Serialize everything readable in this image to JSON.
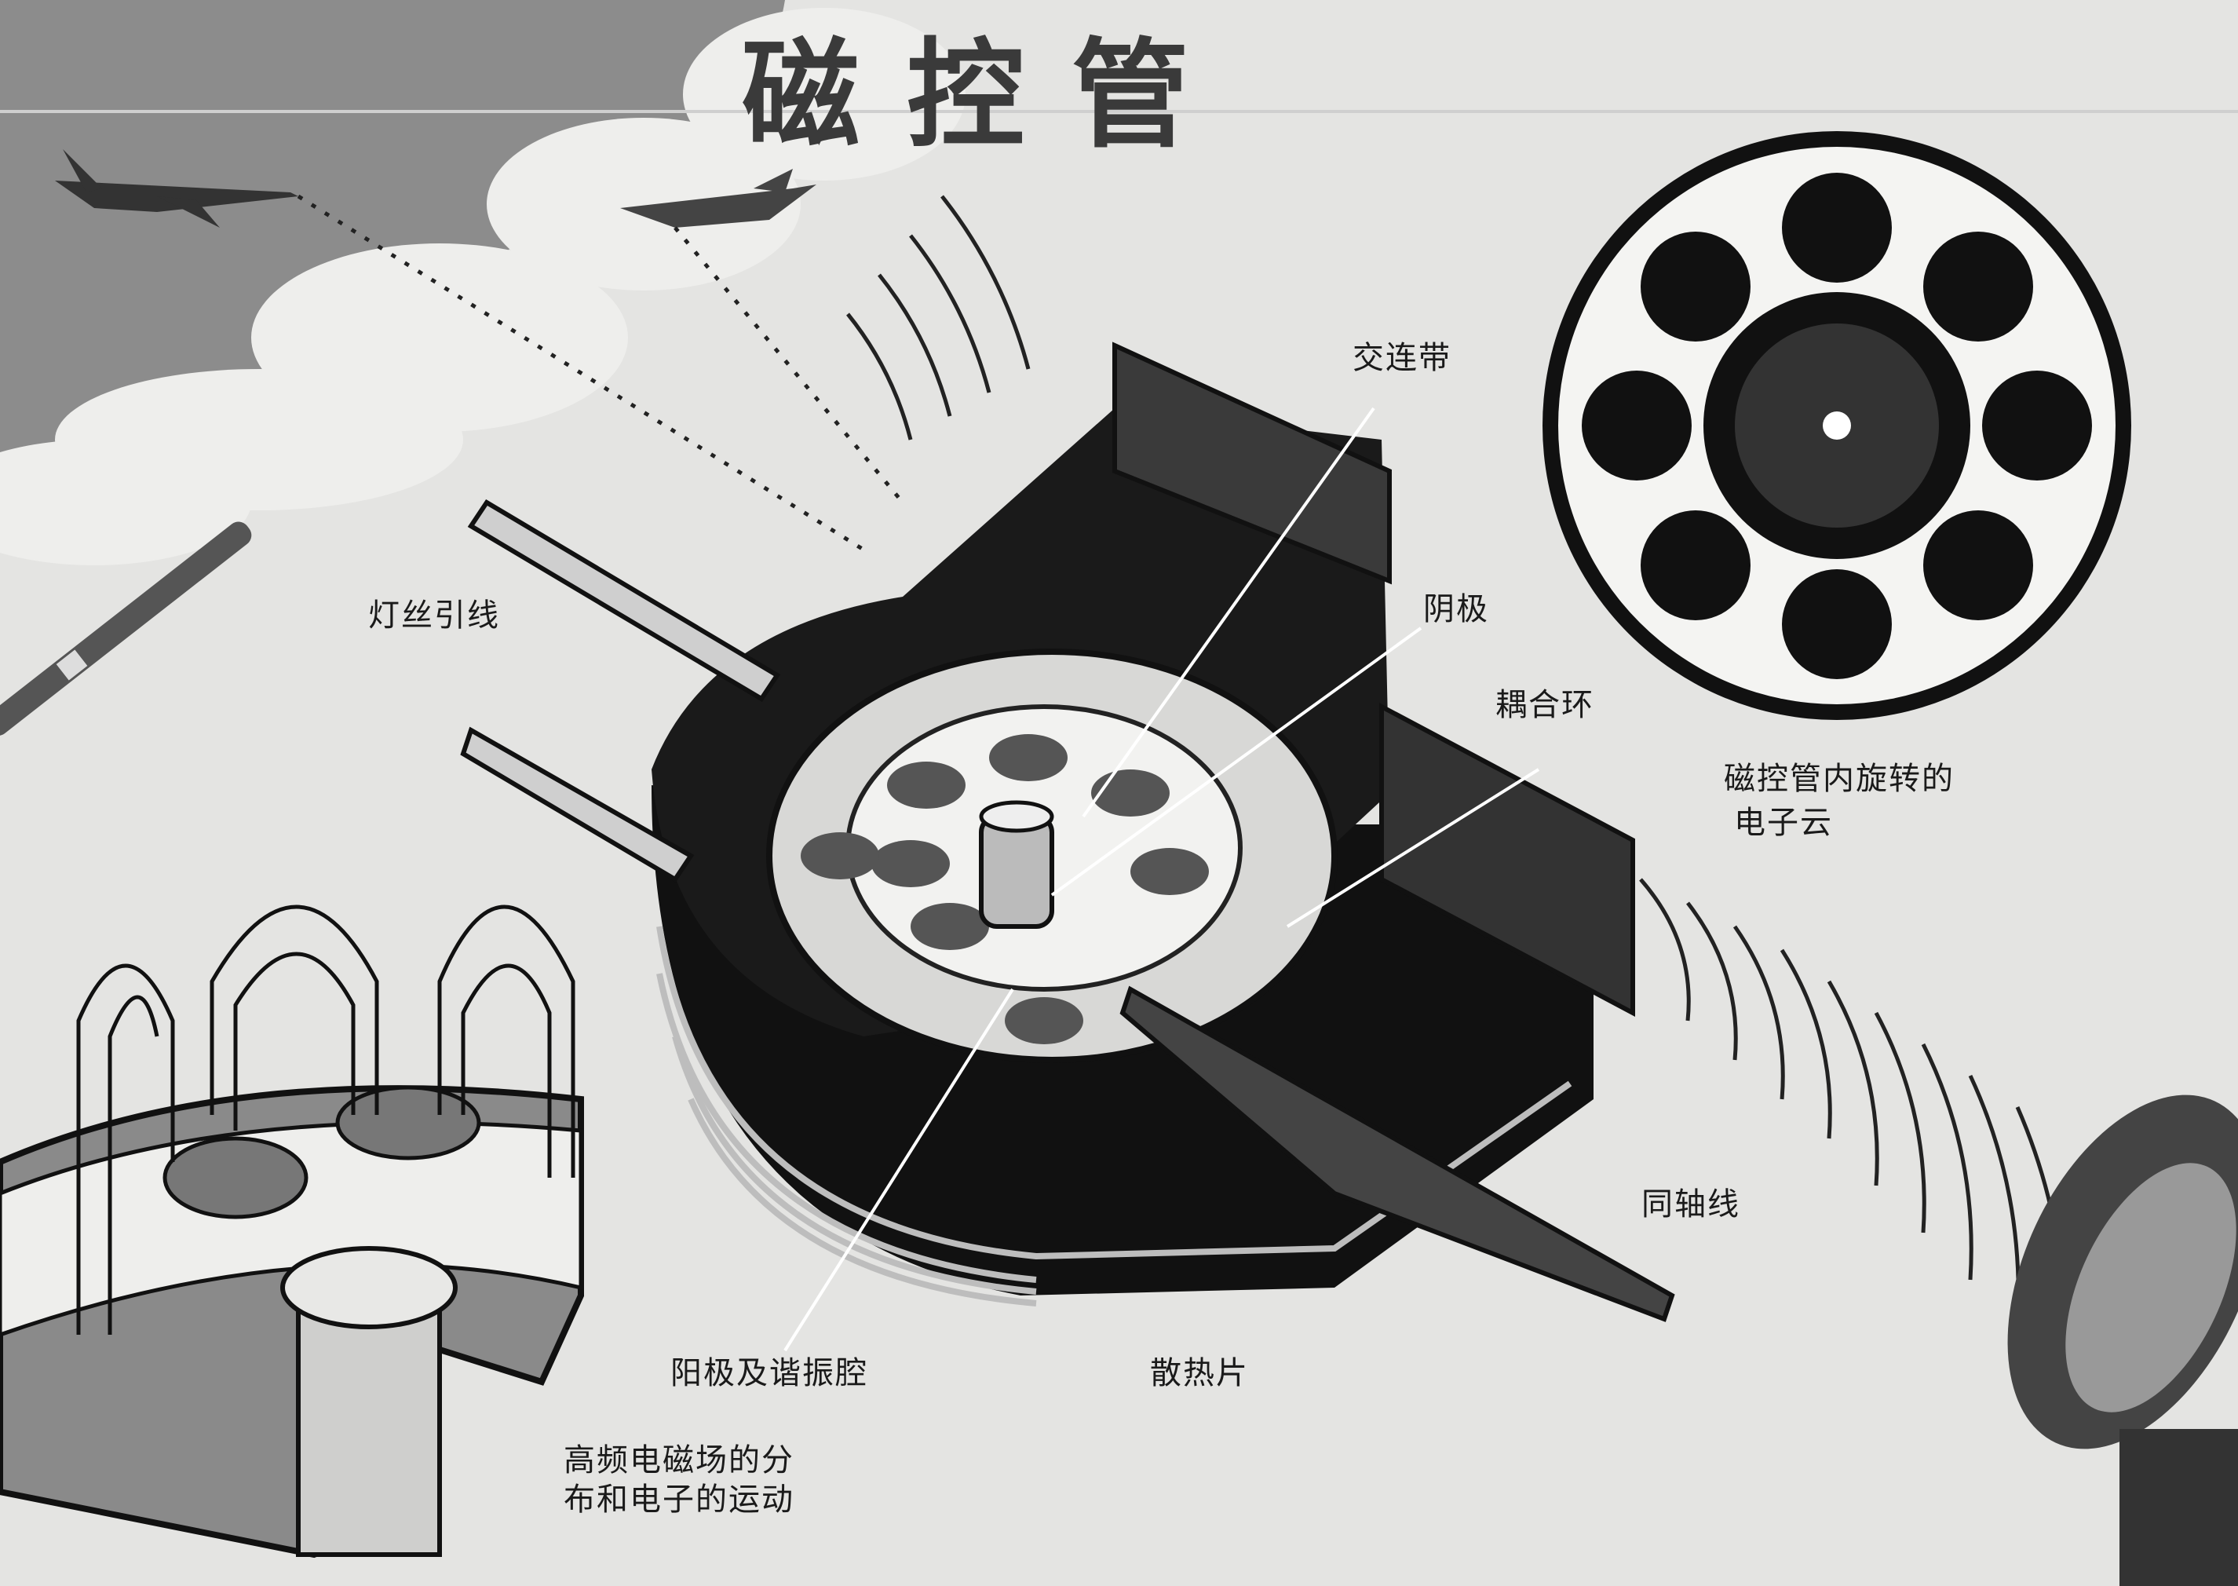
{
  "title": "磁控管",
  "labels": {
    "coupling_strap": "交连带",
    "filament_leads": "灯丝引线",
    "cathode": "阴极",
    "coupling_loop": "耦合环",
    "coaxial_line": "同轴线",
    "anode_cavity": "阳极及谐振腔",
    "heat_sink": "散热片"
  },
  "captions": {
    "electron_cloud": [
      "磁控管内旋转的",
      "电子云"
    ],
    "field_distribution": [
      "高频电磁场的分",
      "布和电子的运动"
    ]
  },
  "colors": {
    "background": "#e4e4e2",
    "sky": "#8a8a8a",
    "ink": "#111111"
  }
}
